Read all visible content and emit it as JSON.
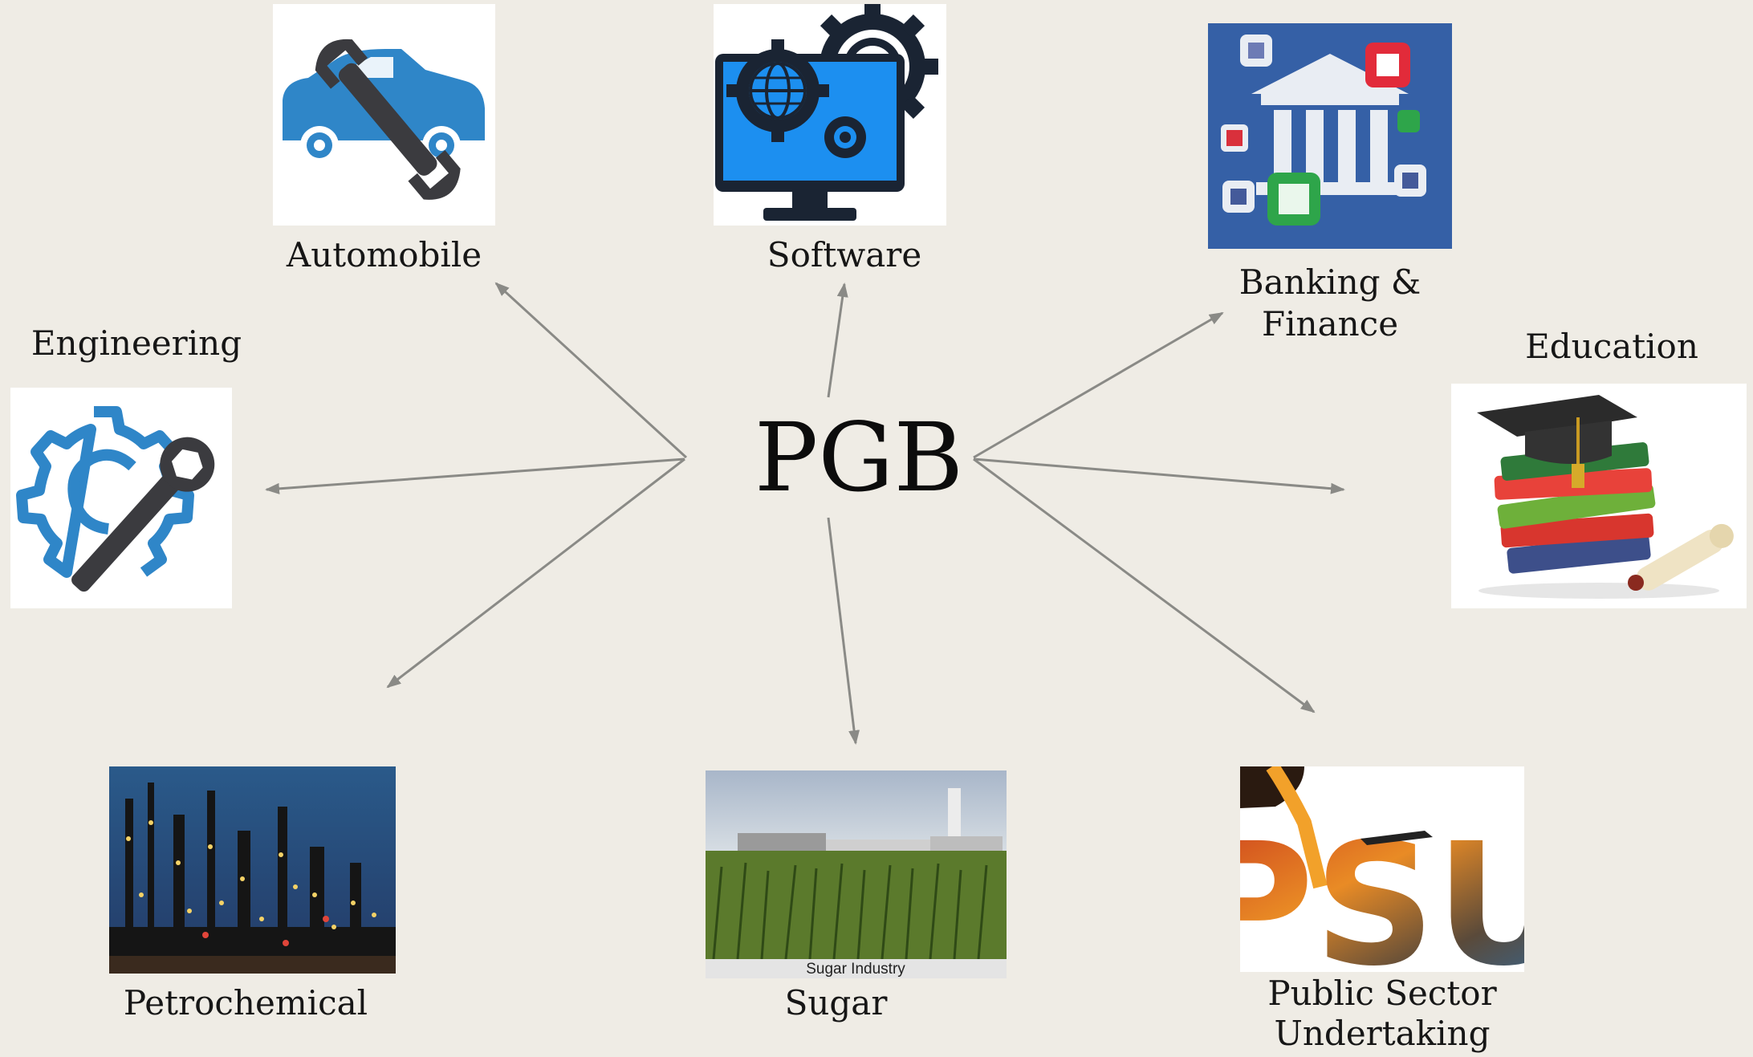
{
  "center": {
    "label": "PGB"
  },
  "sectors": [
    {
      "id": "automobile",
      "lines": [
        "Automobile"
      ],
      "icon": "car-wrench-icon"
    },
    {
      "id": "software",
      "lines": [
        "Software"
      ],
      "icon": "monitor-gears-icon"
    },
    {
      "id": "banking",
      "lines": [
        "Banking &",
        "Finance"
      ],
      "icon": "bank-icon"
    },
    {
      "id": "education",
      "lines": [
        "Education"
      ],
      "icon": "graduation-books-icon"
    },
    {
      "id": "psu",
      "lines": [
        "Public Sector",
        "Undertaking"
      ],
      "icon": "psu-collage-icon",
      "image_text": "PSU"
    },
    {
      "id": "sugar",
      "lines": [
        "Sugar"
      ],
      "icon": "sugar-factory-photo",
      "caption": "Sugar Industry"
    },
    {
      "id": "petrochemical",
      "lines": [
        "Petrochemical"
      ],
      "icon": "refinery-photo"
    },
    {
      "id": "engineering",
      "lines": [
        "Engineering"
      ],
      "icon": "gear-wrench-icon"
    }
  ],
  "colors": {
    "background": "#efece5",
    "arrow": "#8a8a86",
    "icon_blue": "#2f86c8",
    "icon_dark": "#3b3b3f"
  }
}
